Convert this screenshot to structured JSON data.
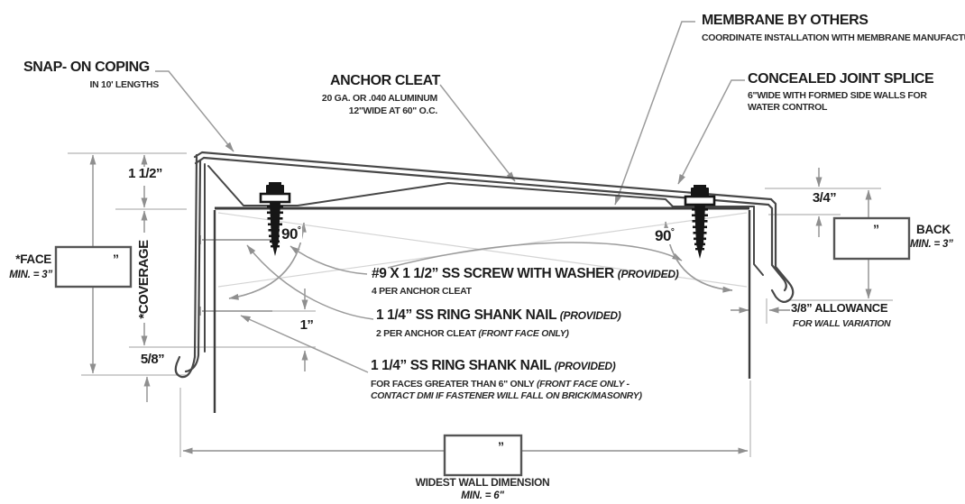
{
  "labels": {
    "membrane": {
      "title": "MEMBRANE BY OTHERS",
      "subtitle": "COORDINATE INSTALLATION WITH MEMBRANE MANUFACTURER"
    },
    "snap_on_coping": {
      "title": "SNAP- ON COPING",
      "subtitle": "IN 10' LENGTHS"
    },
    "anchor_cleat": {
      "title": "ANCHOR CLEAT",
      "subtitle_line1": "20 GA. OR .040 ALUMINUM",
      "subtitle_line2": "12\"WIDE AT 60\" O.C."
    },
    "concealed_joint_splice": {
      "title": "CONCEALED JOINT SPLICE",
      "subtitle_line1": "6\"WIDE WITH FORMED SIDE WALLS FOR",
      "subtitle_line2": "WATER CONTROL"
    }
  },
  "fasteners": {
    "screw": {
      "title": "#9 X 1 1/2” SS SCREW WITH WASHER",
      "provided": "(PROVIDED)",
      "subtitle": "4 PER ANCHOR CLEAT"
    },
    "nail_primary": {
      "title": "1 1/4” SS RING SHANK NAIL",
      "provided": "(PROVIDED)",
      "subtitle_prefix": "2 PER ANCHOR CLEAT ",
      "subtitle_italic": "(FRONT FACE ONLY)"
    },
    "nail_secondary": {
      "title": "1 1/4” SS RING SHANK NAIL",
      "provided": "(PROVIDED)",
      "subtitle_prefix": "FOR FACES GREATER THAN 6\" ONLY  ",
      "subtitle_italic": "(FRONT FACE ONLY -",
      "subtitle_line2": "CONTACT DMI IF FASTENER WILL FALL ON BRICK/MASONRY)"
    }
  },
  "dims": {
    "top_height": "1 1/2”",
    "coverage": "*COVERAGE",
    "face_label": "*FACE",
    "face_min": "MIN. = 3”",
    "hem": "5/8”",
    "nail_spacing": "1”",
    "angle_left": "90",
    "angle_right": "90",
    "degree_symbol": "°",
    "back_top": "3/4”",
    "back_label": "BACK",
    "back_min": "MIN. = 3”",
    "allowance_title": "3/8” ALLOWANCE",
    "allowance_sub": "FOR WALL VARIATION",
    "widest_wall": "WIDEST WALL DIMENSION",
    "widest_wall_min": "MIN. = 6\"",
    "inch_mark": "”"
  },
  "colors": {
    "metal_line": "#474747",
    "wall_line": "#3d3d3d",
    "dimension_line": "#8f8f8f",
    "tick_line": "#b5b5b5",
    "hatch_line": "#d4d4d4",
    "text": "#1c1c1c",
    "background": "#ffffff"
  }
}
